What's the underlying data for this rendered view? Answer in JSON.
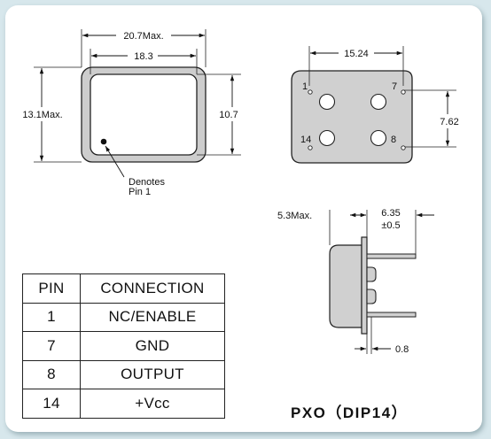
{
  "dimensions": {
    "top_width": "20.7Max.",
    "inner_width": "18.3",
    "height": "13.1Max.",
    "inner_height": "10.7",
    "pin_spacing_x": "15.24",
    "pin_spacing_y": "7.62",
    "thickness": "5.3Max.",
    "lead_length_value": "6.35",
    "lead_length_tol": "±0.5",
    "lead_dia": "0.8"
  },
  "pin1_note": {
    "line1": "Denotes",
    "line2": "Pin 1"
  },
  "pin_labels": {
    "p1": "1",
    "p7": "7",
    "p14": "14",
    "p8": "8"
  },
  "table": {
    "headers": [
      "PIN",
      "CONNECTION"
    ],
    "rows": [
      [
        "1",
        "NC/ENABLE"
      ],
      [
        "7",
        "GND"
      ],
      [
        "8",
        "OUTPUT"
      ],
      [
        "14",
        "+Vcc"
      ]
    ]
  },
  "model": "PXO（DIP14）"
}
